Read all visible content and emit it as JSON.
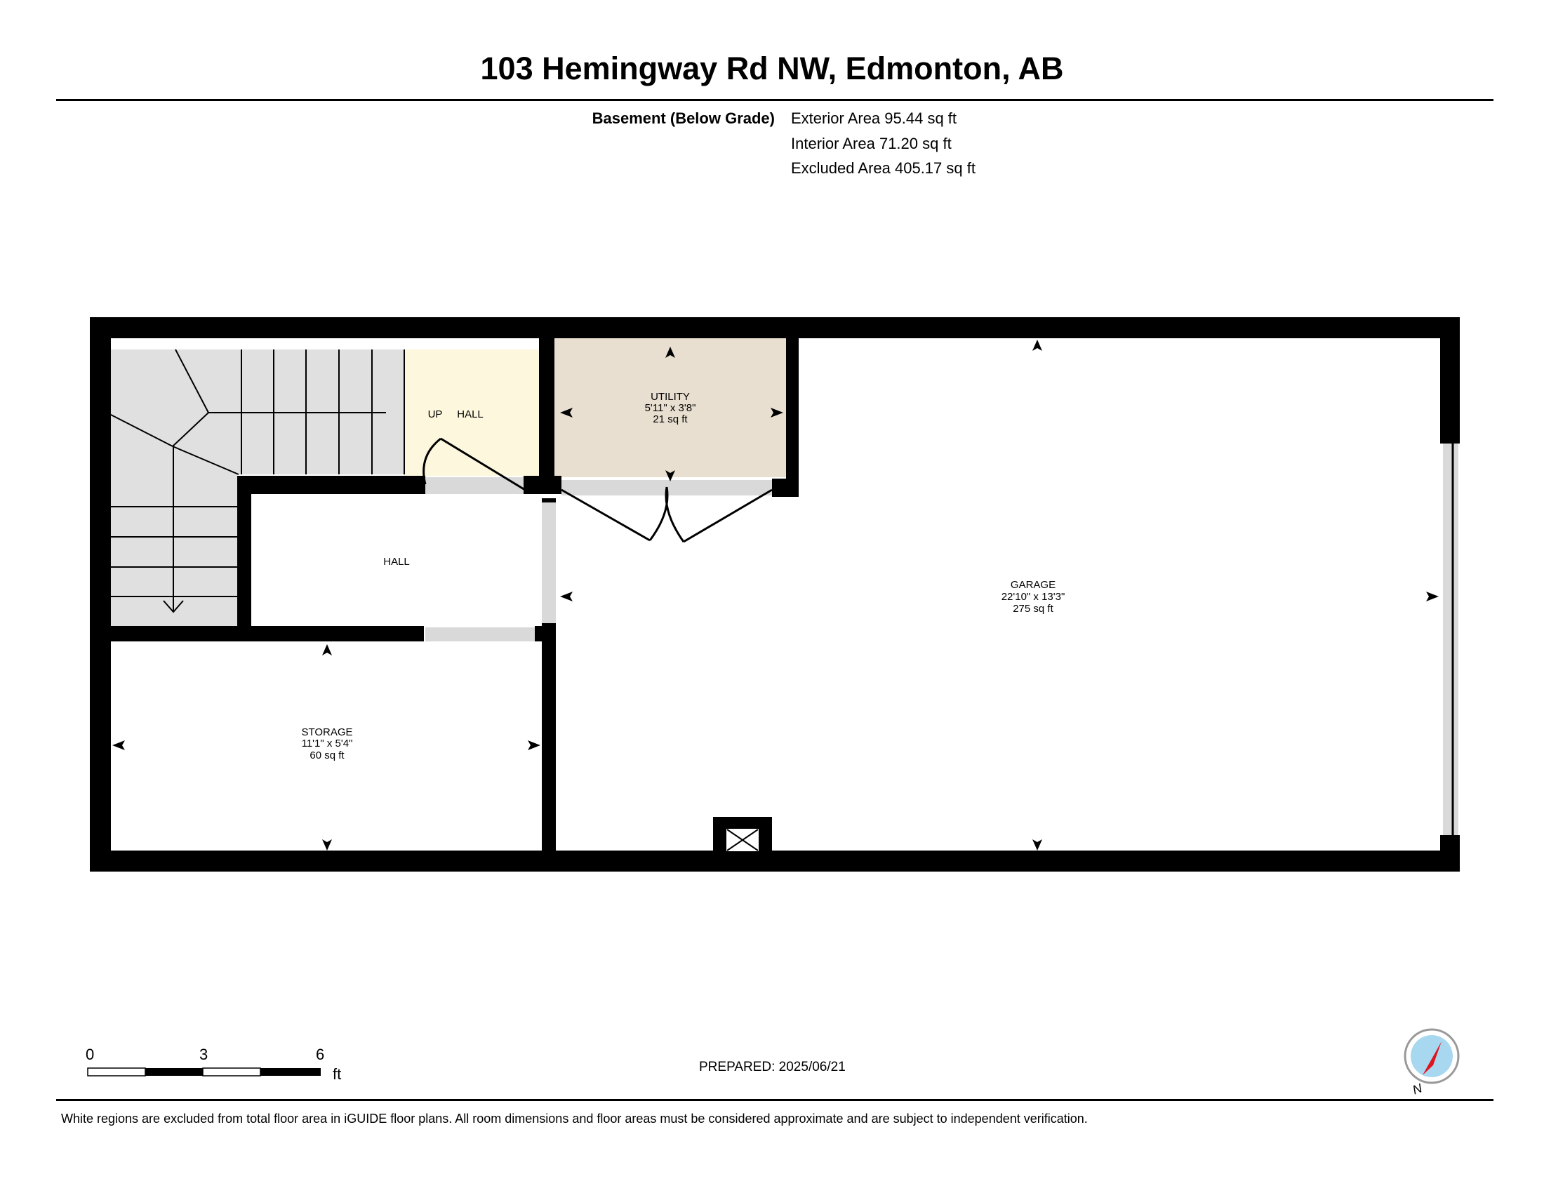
{
  "header": {
    "title": "103 Hemingway Rd NW, Edmonton, AB",
    "level_label": "Basement (Below Grade)",
    "areas": [
      "Exterior Area 95.44 sq ft",
      "Interior Area 71.20 sq ft",
      "Excluded Area 405.17 sq ft"
    ]
  },
  "rooms": {
    "utility": {
      "name": "UTILITY",
      "dims": "5'11\" x 3'8\"",
      "area": "21 sq ft",
      "fill": "#e8dfd0"
    },
    "stair_hall": {
      "up": "UP",
      "name": "HALL",
      "fill": "#fdf8dd"
    },
    "hall": {
      "name": "HALL"
    },
    "garage": {
      "name": "GARAGE",
      "dims": "22'10\" x 13'3\"",
      "area": "275 sq ft"
    },
    "storage": {
      "name": "STORAGE",
      "dims": "11'1\" x 5'4\"",
      "area": "60 sq ft"
    },
    "stairs": {
      "fill": "#e0e0e0"
    }
  },
  "scale_bar": {
    "labels": [
      "0",
      "3",
      "6"
    ],
    "unit": "ft"
  },
  "compass": {
    "label": "N"
  },
  "footer": {
    "prepared": "PREPARED: 2025/06/21",
    "disclaimer": "White regions are excluded from total floor area in iGUIDE floor plans. All room dimensions and floor areas must be considered approximate and are subject to independent verification."
  },
  "colors": {
    "wall": "#000000",
    "opening": "#d9d9d9",
    "compass_fill": "#a8d8f0",
    "compass_needle": "#e0141e"
  }
}
